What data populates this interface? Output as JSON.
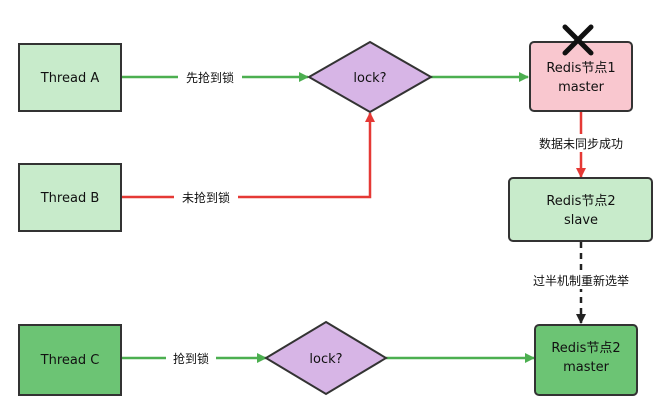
{
  "nodes": {
    "thread_a": "Thread A",
    "thread_b": "Thread B",
    "thread_c": "Thread C",
    "lock_top": "lock?",
    "lock_bottom": "lock?",
    "redis1": {
      "line1": "Redis节点1",
      "line2": "master"
    },
    "redis2": {
      "line1": "Redis节点2",
      "line2": "slave"
    },
    "redis3": {
      "line1": "Redis节点2",
      "line2": "master"
    }
  },
  "edges": {
    "a_to_lock": "先抢到锁",
    "b_to_lock": "未抢到锁",
    "c_to_lock": "抢到锁",
    "redis1_to_redis2": "数据未同步成功",
    "redis2_to_redis3": "过半机制重新选举"
  },
  "icons": {
    "failure_mark": "x-icon"
  },
  "colors": {
    "green_node_fill": "#c8ebcb",
    "green_node_dark_fill": "#6cc474",
    "node_stroke": "#333333",
    "diamond_fill": "#d7b5e6",
    "master_fail_fill": "#f9c7cf",
    "arrow_green": "#4caf50",
    "arrow_red": "#e53935",
    "arrow_dark": "#222222"
  }
}
